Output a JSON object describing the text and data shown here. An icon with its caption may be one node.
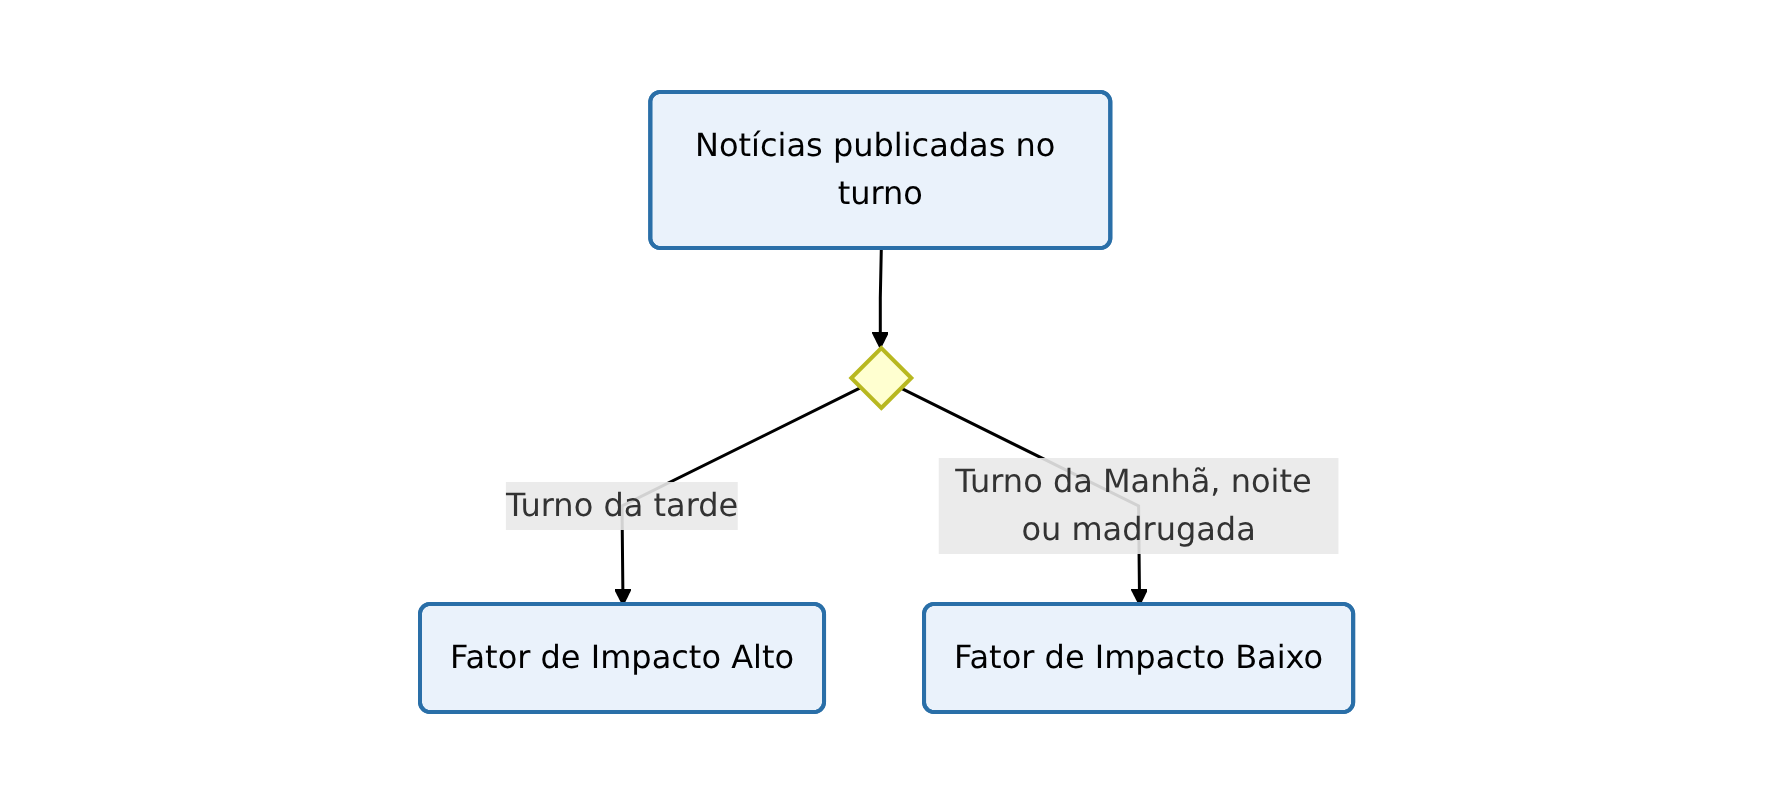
{
  "diagram": {
    "nodes": [
      {
        "text": [
          "Notícias publicadas no turno"
        ]
      },
      {
        "text": [],
        "shape": "diamond"
      },
      {
        "text": [
          "Fator de Impacto Alto"
        ]
      },
      {
        "text": [
          "Fator de Impacto Baixo"
        ]
      }
    ],
    "edges": [
      {
        "from": 0,
        "to": 1,
        "arrow": "to"
      },
      {
        "from": 1,
        "to": 2,
        "arrow": "to",
        "label": "Turno da tarde"
      },
      {
        "from": 1,
        "to": 3,
        "arrow": "to",
        "label": "Turno da Manhã, noite ou madrugada"
      }
    ]
  }
}
